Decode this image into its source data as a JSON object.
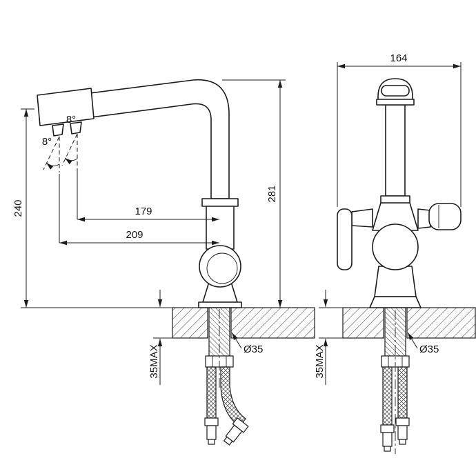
{
  "drawing": {
    "side_view": {
      "height_overall": "281",
      "height_to_spout": "240",
      "spout_reach_inner": "179",
      "spout_reach_outer": "209",
      "spray_angle_upper": "8°",
      "spray_angle_lower": "8°",
      "deck_thickness_max": "35MAX",
      "mounting_hole_diameter": "Ø35"
    },
    "front_view": {
      "width_overall": "164",
      "deck_thickness_max": "35MAX",
      "mounting_hole_diameter": "Ø35"
    },
    "colors": {
      "line": "#1c1c1c",
      "background": "#ffffff"
    }
  }
}
